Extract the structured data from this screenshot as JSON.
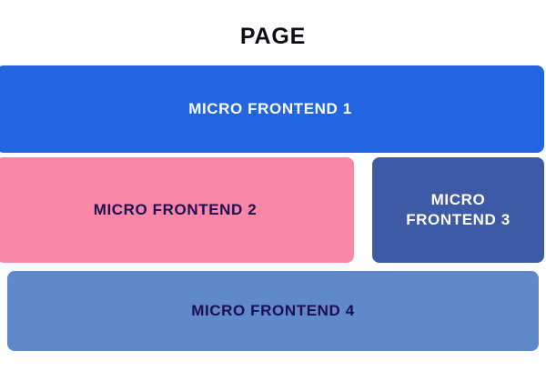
{
  "page": {
    "title": "PAGE",
    "background_color": "#ffffff",
    "title_color": "#0d0d14"
  },
  "blocks": [
    {
      "id": "micro-frontend-1",
      "label": "MICRO FRONTEND 1",
      "background_color": "#2166e0",
      "text_color": "#ffffff"
    },
    {
      "id": "micro-frontend-2",
      "label": "MICRO FRONTEND 2",
      "background_color": "#fa87a8",
      "text_color": "#1b0f50"
    },
    {
      "id": "micro-frontend-3",
      "label": "MICRO FRONTEND 3",
      "background_color": "#3e59a6",
      "text_color": "#ffffff"
    },
    {
      "id": "micro-frontend-4",
      "label": "MICRO FRONTEND 4",
      "background_color": "#6089cb",
      "text_color": "#1b0f50"
    }
  ]
}
